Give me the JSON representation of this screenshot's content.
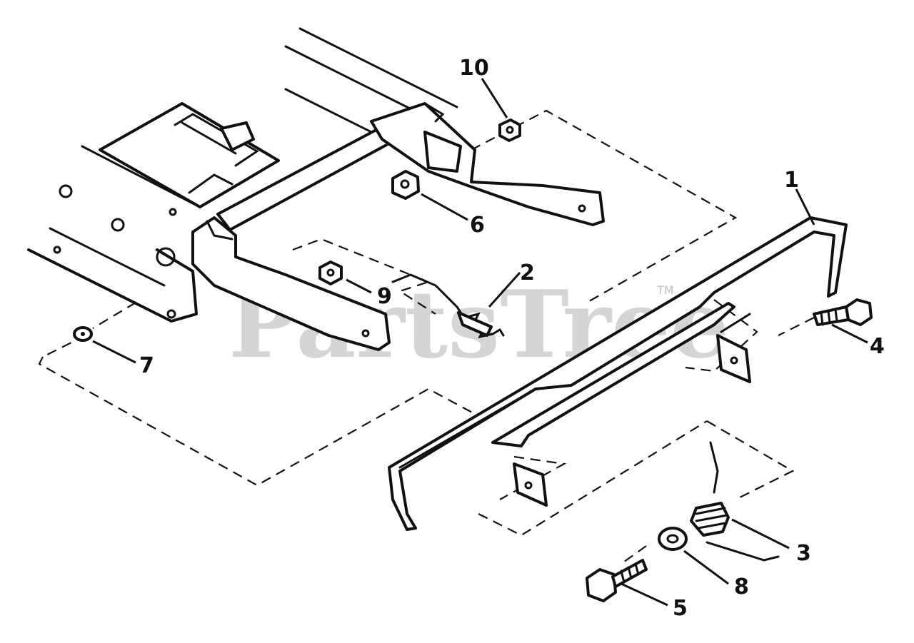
{
  "watermark": {
    "text": "PartsTree",
    "mark": "TM"
  },
  "callouts": [
    "1",
    "2",
    "3",
    "4",
    "5",
    "6",
    "7",
    "8",
    "9",
    "10"
  ]
}
